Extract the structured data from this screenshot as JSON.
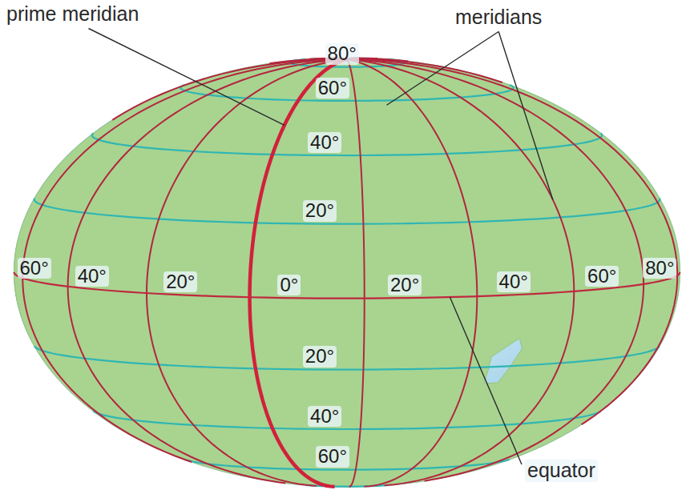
{
  "diagram": {
    "labels": [
      "prime meridian",
      "meridians",
      "80°",
      "60°",
      "40°",
      "20°",
      "60°",
      "40°",
      "20°",
      "0°",
      "20°",
      "40°",
      "60°",
      "80°",
      "20°",
      "40°",
      "60°",
      "equator"
    ]
  }
}
